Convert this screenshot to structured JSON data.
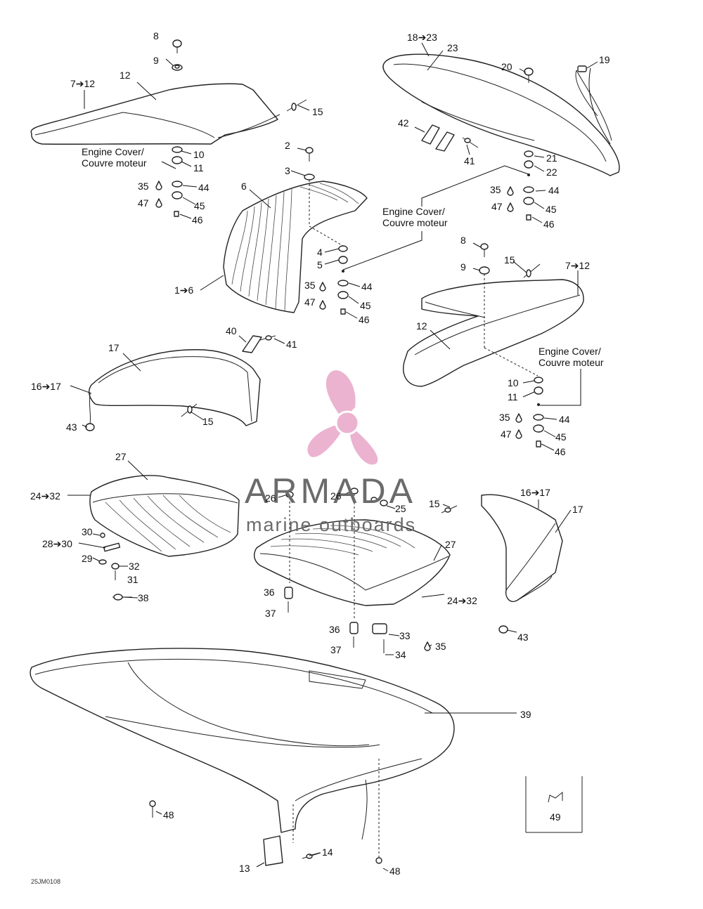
{
  "callouts": {
    "c8a": "8",
    "c9a": "9",
    "c7_12a": "7➔12",
    "c12a": "12",
    "c15a": "15",
    "ec1": "Engine Cover/",
    "cm1": "Couvre moteur",
    "c10a": "10",
    "c11a": "11",
    "c35a": "35",
    "c44a": "44",
    "c47a": "47",
    "c45a": "45",
    "c46a": "46",
    "c2": "2",
    "c3": "3",
    "c6": "6",
    "c1_6": "1➔6",
    "c4": "4",
    "c5": "5",
    "c35b": "35",
    "c44b": "44",
    "c47b": "47",
    "c45b": "45",
    "c46b": "46",
    "c18_23": "18➔23",
    "c23": "23",
    "c20": "20",
    "c19": "19",
    "c42": "42",
    "c41a": "41",
    "c21": "21",
    "c22": "22",
    "c35c": "35",
    "c44c": "44",
    "c47c": "47",
    "c45c": "45",
    "c46c": "46",
    "ec2": "Engine Cover/",
    "cm2": "Couvre moteur",
    "c8b": "8",
    "c9b": "9",
    "c15b": "15",
    "c7_12b": "7➔12",
    "c12b": "12",
    "ec3": "Engine Cover/",
    "cm3": "Couvre moteur",
    "c10b": "10",
    "c11b": "11",
    "c35d": "35",
    "c44d": "44",
    "c47d": "47",
    "c45d": "45",
    "c46d": "46",
    "c40": "40",
    "c41b": "41",
    "c17a": "17",
    "c16_17a": "16➔17",
    "c43a": "43",
    "c15c": "15",
    "c27a": "27",
    "c24_32a": "24➔32",
    "c30": "30",
    "c28_30": "28➔30",
    "c29": "29",
    "c32": "32",
    "c31": "31",
    "c38": "38",
    "c26a": "26",
    "c26b": "26",
    "c25": "25",
    "c15d": "15",
    "c27b": "27",
    "c24_32b": "24➔32",
    "c36a": "36",
    "c37a": "37",
    "c36b": "36",
    "c37b": "37",
    "c33": "33",
    "c35e": "35",
    "c34": "34",
    "c16_17b": "16➔17",
    "c17b": "17",
    "c43b": "43",
    "c39": "39",
    "c48a": "48",
    "c49": "49",
    "c14": "14",
    "c13": "13",
    "c48b": "48"
  },
  "watermark": {
    "brand": "ARMADA",
    "tagline": "marine outboards",
    "colors": {
      "propeller": "#e8a6c8",
      "hub": "#e8a6c8",
      "text": "#6b6b6b"
    }
  },
  "drawing_code": "25JM0108"
}
